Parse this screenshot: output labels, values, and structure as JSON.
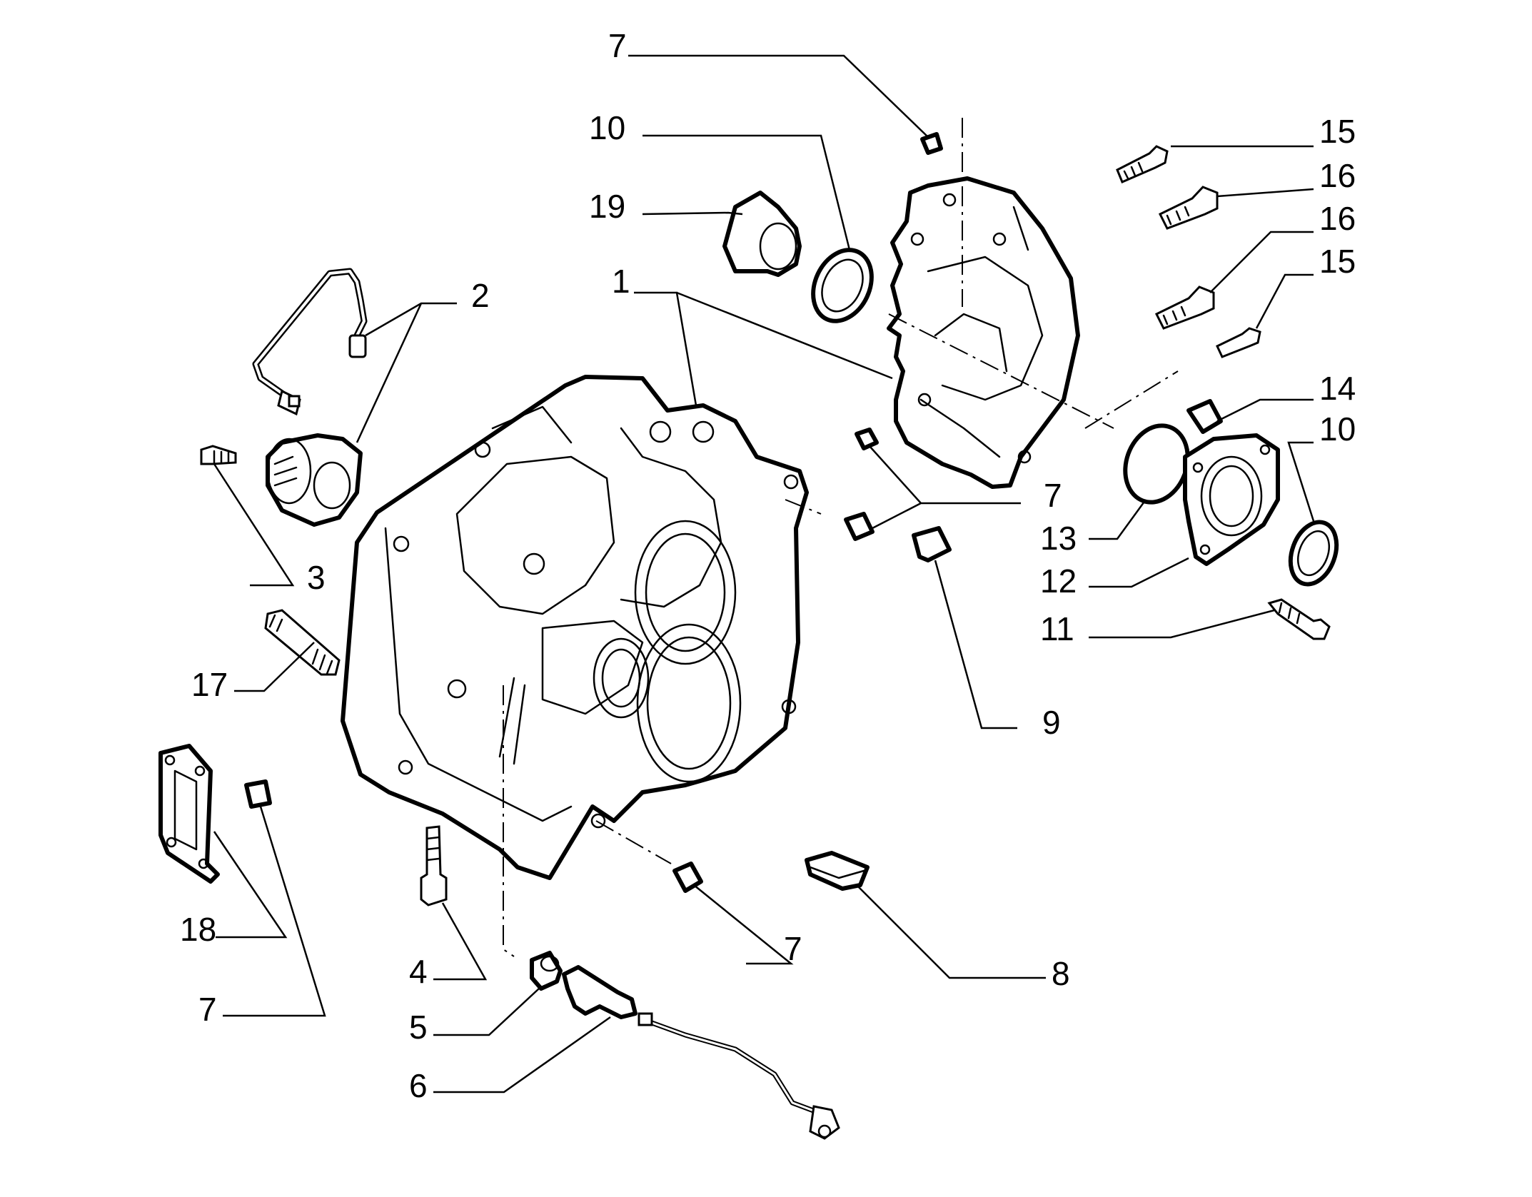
{
  "diagram": {
    "callouts": [
      {
        "id": "c7a",
        "label": "7"
      },
      {
        "id": "c10a",
        "label": "10"
      },
      {
        "id": "c19",
        "label": "19"
      },
      {
        "id": "c1",
        "label": "1"
      },
      {
        "id": "c2",
        "label": "2"
      },
      {
        "id": "c15a",
        "label": "15"
      },
      {
        "id": "c16a",
        "label": "16"
      },
      {
        "id": "c16b",
        "label": "16"
      },
      {
        "id": "c15b",
        "label": "15"
      },
      {
        "id": "c14",
        "label": "14"
      },
      {
        "id": "c10b",
        "label": "10"
      },
      {
        "id": "c7b",
        "label": "7"
      },
      {
        "id": "c13",
        "label": "13"
      },
      {
        "id": "c12",
        "label": "12"
      },
      {
        "id": "c11",
        "label": "11"
      },
      {
        "id": "c3",
        "label": "3"
      },
      {
        "id": "c17",
        "label": "17"
      },
      {
        "id": "c9",
        "label": "9"
      },
      {
        "id": "c18",
        "label": "18"
      },
      {
        "id": "c7c",
        "label": "7"
      },
      {
        "id": "c4",
        "label": "4"
      },
      {
        "id": "c7d",
        "label": "7"
      },
      {
        "id": "c8",
        "label": "8"
      },
      {
        "id": "c5",
        "label": "5"
      },
      {
        "id": "c6",
        "label": "6"
      }
    ]
  }
}
